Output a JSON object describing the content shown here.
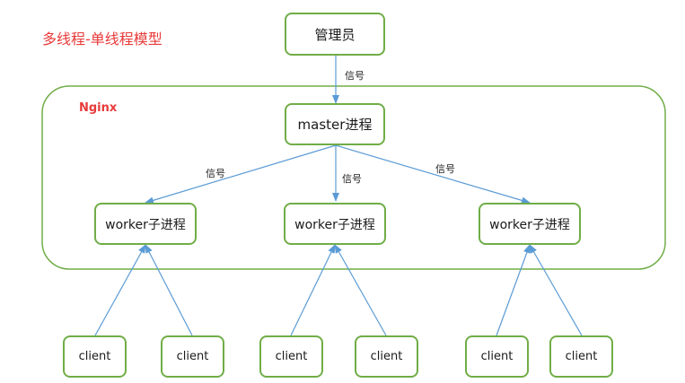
{
  "title": "多线程-单线程模型",
  "group_label": "Nginx",
  "admin": {
    "label": "管理员"
  },
  "master": {
    "label": "master进程"
  },
  "workers": [
    {
      "label": "worker子进程"
    },
    {
      "label": "worker子进程"
    },
    {
      "label": "worker子进程"
    }
  ],
  "clients": [
    {
      "label": "client"
    },
    {
      "label": "client"
    },
    {
      "label": "client"
    },
    {
      "label": "client"
    },
    {
      "label": "client"
    },
    {
      "label": "client"
    }
  ],
  "signals": {
    "admin_to_master": "信号",
    "master_to_worker_left": "信号",
    "master_to_worker_center": "信号",
    "master_to_worker_right": "信号"
  },
  "colors": {
    "box_border": "#70ad47",
    "arrow": "#5b9bd5",
    "title_text": "#e83a3a"
  }
}
